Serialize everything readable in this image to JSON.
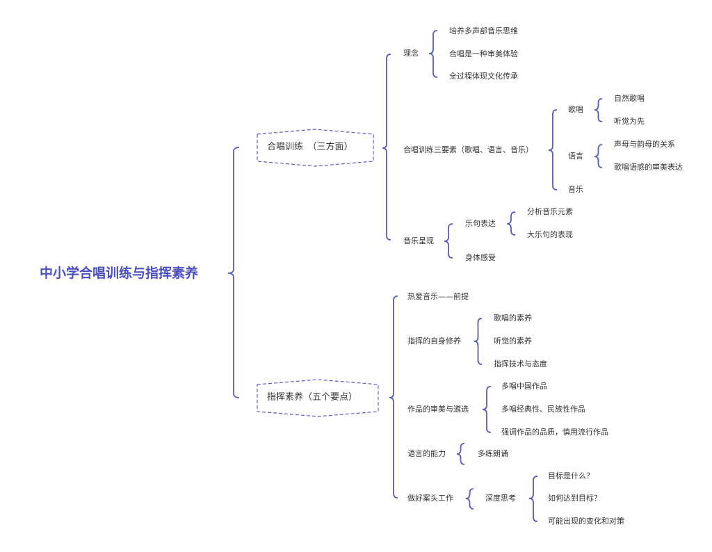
{
  "root": "中小学合唱训练与指挥素养",
  "colors": {
    "accent": "#4a4fc2",
    "line": "#5b5cb8",
    "text": "#333333"
  },
  "branch1": {
    "label": "合唱训练　（三方面）",
    "idea": {
      "label": "理念",
      "items": [
        "培养多声部音乐思维",
        "合唱是一种审美体验",
        "全过程体现文化传承"
      ]
    },
    "elements": {
      "label": "合唱训练三要素（歌唱、语言、音乐）",
      "singing": {
        "label": "歌唱",
        "items": [
          "自然歌唱",
          "听觉为先"
        ]
      },
      "language": {
        "label": "语言",
        "items": [
          "声母与韵母的关系",
          "歌唱语感的审美表达"
        ]
      },
      "music": "音乐"
    },
    "presentation": {
      "label": "音乐呈现",
      "phrase": {
        "label": "乐句表达",
        "items": [
          "分析音乐元素",
          "大乐句的表现"
        ]
      },
      "body": "身体感受"
    }
  },
  "branch2": {
    "label": "指挥素养（五个要点）",
    "love": "热爱音乐——前提",
    "self": {
      "label": "指挥的自身修养",
      "items": [
        "歌唱的素养",
        "听觉的素养",
        "指挥技术与态度"
      ]
    },
    "works": {
      "label": "作品的审美与遴选",
      "items": [
        "多唱中国作品",
        "多唱经典性、民族性作品",
        "强调作品的品质，慎用流行作品"
      ]
    },
    "language": {
      "label": "语言的能力",
      "items": [
        "多练朗诵"
      ]
    },
    "desk": {
      "label": "做好案头工作",
      "think": {
        "label": "深度思考",
        "items": [
          "目标是什么？",
          "如何达到目标？",
          "可能出现的变化和对策"
        ]
      }
    }
  }
}
